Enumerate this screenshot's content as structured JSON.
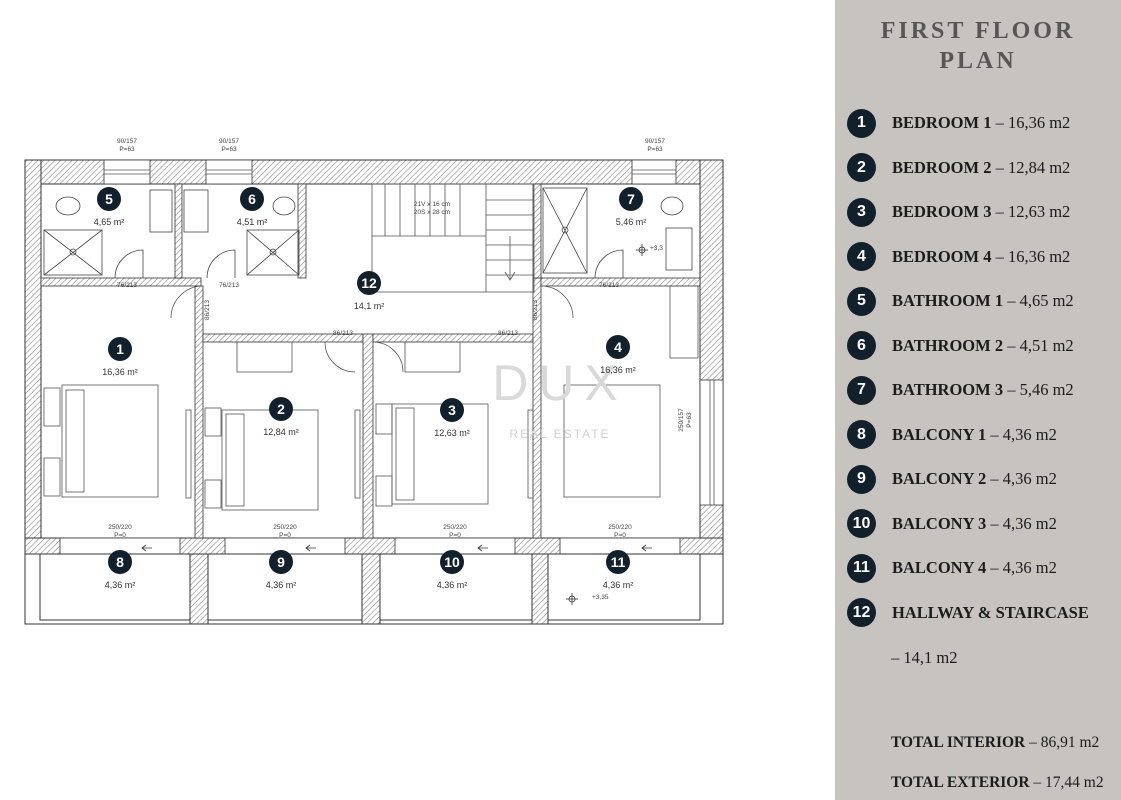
{
  "legend": {
    "title_line1": "FIRST FLOOR",
    "title_line2": "PLAN",
    "items": [
      {
        "num": "1",
        "name": "BEDROOM 1",
        "area": "– 16,36 m2"
      },
      {
        "num": "2",
        "name": "BEDROOM 2",
        "area": "– 12,84 m2"
      },
      {
        "num": "3",
        "name": "BEDROOM 3",
        "area": "– 12,63 m2"
      },
      {
        "num": "4",
        "name": "BEDROOM 4",
        "area": "– 16,36 m2"
      },
      {
        "num": "5",
        "name": "BATHROOM 1",
        "area": "– 4,65 m2"
      },
      {
        "num": "6",
        "name": "BATHROOM 2",
        "area": "– 4,51 m2"
      },
      {
        "num": "7",
        "name": "BATHROOM 3",
        "area": "– 5,46 m2"
      },
      {
        "num": "8",
        "name": "BALCONY 1",
        "area": "– 4,36 m2"
      },
      {
        "num": "9",
        "name": "BALCONY 2",
        "area": "– 4,36 m2"
      },
      {
        "num": "10",
        "name": "BALCONY 3",
        "area": "– 4,36 m2"
      },
      {
        "num": "11",
        "name": "BALCONY 4",
        "area": "– 4,36 m2"
      },
      {
        "num": "12",
        "name": "HALLWAY & STAIRCASE",
        "area": ""
      }
    ],
    "hallway_area": "– 14,1 m2",
    "total_interior_label": "TOTAL INTERIOR",
    "total_interior_value": "– 86,91 m2",
    "total_exterior_label": "TOTAL EXTERIOR",
    "total_exterior_value": "– 17,44 m2"
  },
  "plan": {
    "rooms": [
      {
        "num": "1",
        "area": "16,36 m²"
      },
      {
        "num": "2",
        "area": "12,84 m²"
      },
      {
        "num": "3",
        "area": "12,63 m²"
      },
      {
        "num": "4",
        "area": "16,36 m²"
      },
      {
        "num": "5",
        "area": "4,65 m²"
      },
      {
        "num": "6",
        "area": "4,51 m²"
      },
      {
        "num": "7",
        "area": "5,46 m²"
      },
      {
        "num": "8",
        "area": "4,36 m²"
      },
      {
        "num": "9",
        "area": "4,36 m²"
      },
      {
        "num": "10",
        "area": "4,36 m²"
      },
      {
        "num": "11",
        "area": "4,36 m²"
      },
      {
        "num": "12",
        "area": "14,1 m²"
      }
    ],
    "window_top_labels": [
      "90/157",
      "90/157",
      "90/157"
    ],
    "window_top_sublabels": [
      "P=63",
      "P=63",
      "P=63"
    ],
    "door_bath_labels": [
      "76/213",
      "76/213",
      "76/213"
    ],
    "door_hall_labels": [
      "86/213",
      "86/213",
      "86/213",
      "86/213"
    ],
    "balcony_door_labels": [
      "250/220",
      "250/220",
      "250/220",
      "250/220"
    ],
    "balcony_door_sublabels": [
      "P=0",
      "P=0",
      "P=0",
      "P=0"
    ],
    "stair_note_1": "21V x 16 cm",
    "stair_note_2": "20S x 28 cm",
    "side_window_label": "250/157",
    "side_window_sublabel": "P=63",
    "level_marks": [
      "+3,35",
      "+3,3"
    ],
    "watermark_main": "DUX",
    "watermark_sub": "REAL ESTATE",
    "colors": {
      "badge": "#12202c",
      "legend_bg": "#c7c3bf",
      "wall_hatch": "#8a8a8a"
    }
  }
}
